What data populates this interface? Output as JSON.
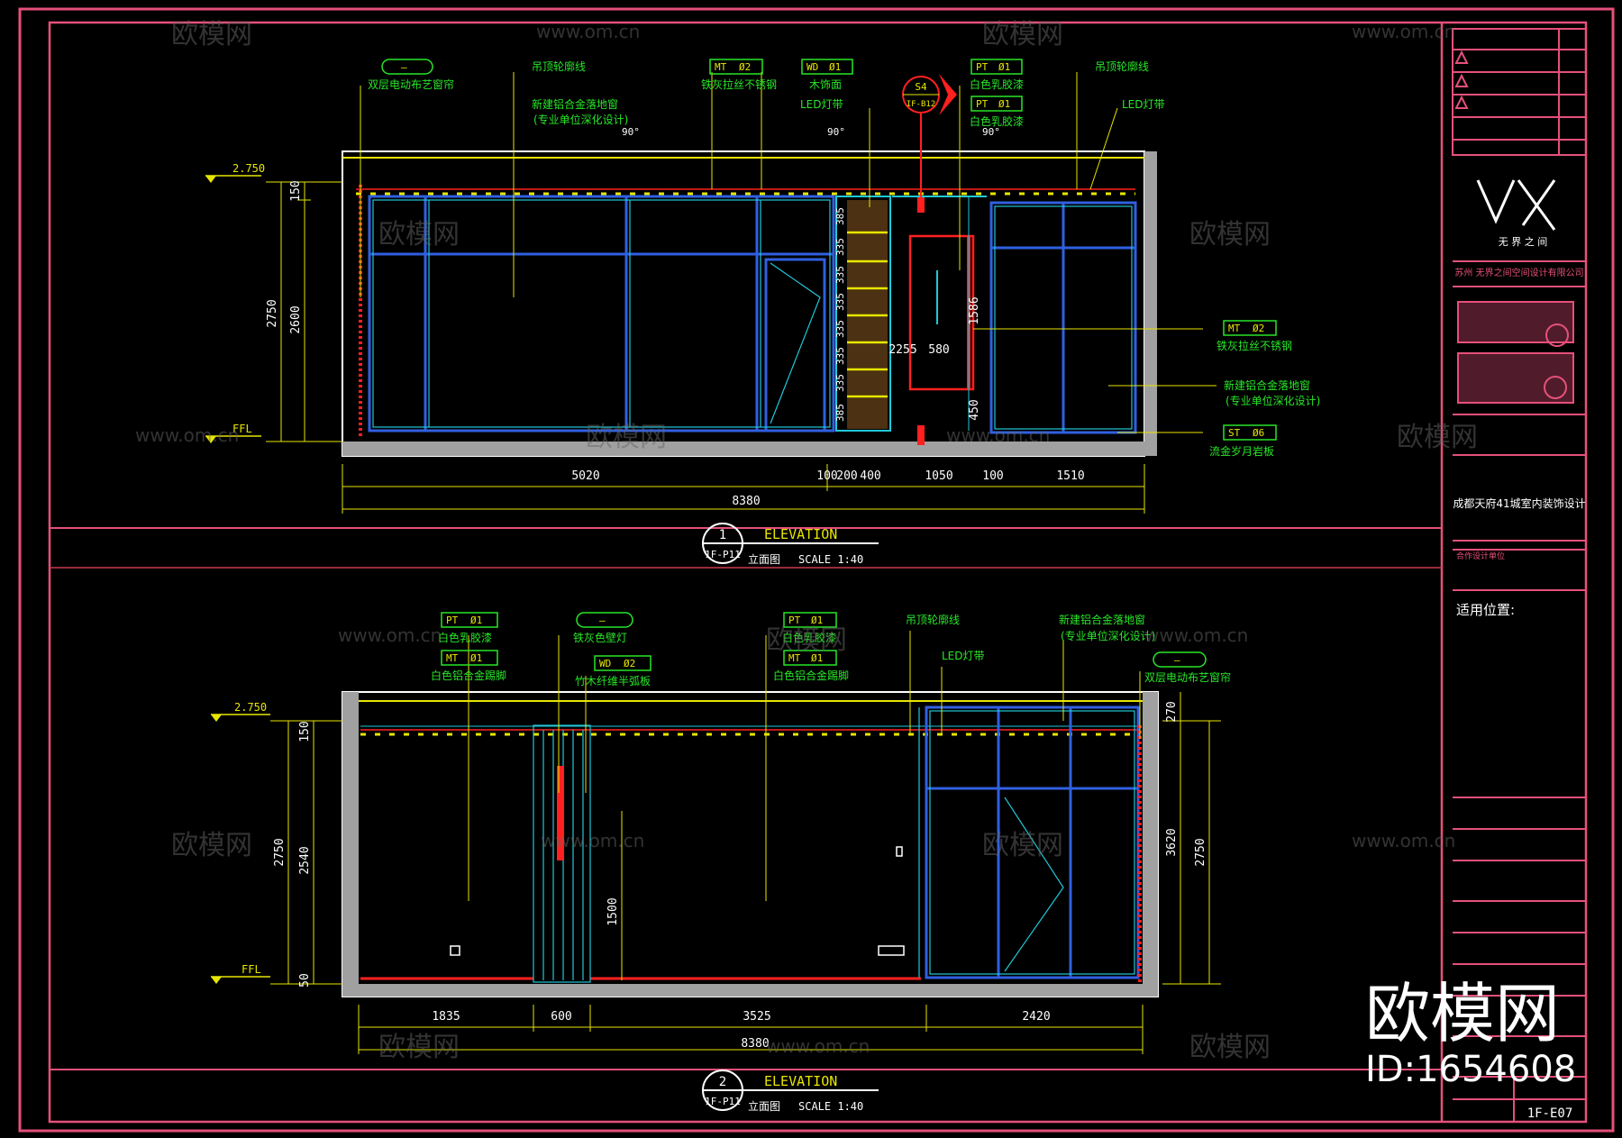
{
  "colors": {
    "frame": "#e6507a",
    "yellow": "#e8e600",
    "green": "#28e628",
    "cyan": "#20c8d8",
    "red": "#ff2020",
    "white": "#ffffff",
    "grey": "#b0b0b0",
    "blue": "#3060e0"
  },
  "elevation1": {
    "title": "ELEVATION",
    "number": "1",
    "sheet": "1F-P11",
    "subtitle": "立面图",
    "scale": "SCALE 1:40",
    "level_top": "2.750",
    "level_floor": "FFL",
    "dims_bottom": [
      "5020",
      "100",
      "200",
      "400",
      "1050",
      "100",
      "1510"
    ],
    "dim_total": "8380",
    "dims_left": [
      "150",
      "2600"
    ],
    "dim_left_total": "2750",
    "dims_center": [
      "2255",
      "580"
    ],
    "dims_right": [
      "1586",
      "450"
    ],
    "angle": "90°",
    "callout": {
      "top": "S4",
      "bottom": "IF-B12"
    },
    "shelf_dims": [
      "385",
      "335",
      "335",
      "335",
      "335",
      "335",
      "335",
      "385"
    ],
    "tags": [
      {
        "code": "—",
        "num": "—",
        "label": "双层电动布艺窗帘"
      },
      {
        "code": "",
        "num": "",
        "label": "吊顶轮廓线"
      },
      {
        "code": "",
        "num": "",
        "label": "新建铝合金落地窗"
      },
      {
        "code": "",
        "num": "",
        "label": "(专业单位深化设计)"
      },
      {
        "code": "MT",
        "num": "Ø2",
        "label": "铁灰拉丝不锈钢"
      },
      {
        "code": "WD",
        "num": "Ø1",
        "label": "木饰面"
      },
      {
        "code": "",
        "num": "",
        "label": "LED灯带"
      },
      {
        "code": "PT",
        "num": "Ø1",
        "label": "白色乳胶漆"
      },
      {
        "code": "PT",
        "num": "Ø1",
        "label": "白色乳胶漆"
      },
      {
        "code": "",
        "num": "",
        "label": "吊顶轮廓线"
      },
      {
        "code": "",
        "num": "",
        "label": "LED灯带"
      },
      {
        "code": "MT",
        "num": "Ø2",
        "label": "铁灰拉丝不锈钢"
      },
      {
        "code": "",
        "num": "",
        "label": "新建铝合金落地窗"
      },
      {
        "code": "",
        "num": "",
        "label": "(专业单位深化设计)"
      },
      {
        "code": "ST",
        "num": "Ø6",
        "label": "流金岁月岩板"
      }
    ]
  },
  "elevation2": {
    "title": "ELEVATION",
    "number": "2",
    "sheet": "1F-P11",
    "subtitle": "立面图",
    "scale": "SCALE 1:40",
    "level_top": "2.750",
    "level_floor": "FFL",
    "dims_bottom": [
      "1835",
      "600",
      "3525",
      "2420"
    ],
    "dim_total": "8380",
    "dims_left": [
      "150",
      "2540",
      "50"
    ],
    "dim_left_total": "2750",
    "dims_right": [
      "270",
      "3620"
    ],
    "dim_right_total": "2750",
    "dim_mid": "1500",
    "tags": [
      {
        "code": "PT",
        "num": "Ø1",
        "label": "白色乳胶漆"
      },
      {
        "code": "MT",
        "num": "Ø1",
        "label": "白色铝合金踢脚"
      },
      {
        "code": "—",
        "num": "—",
        "label": "铁灰色壁灯"
      },
      {
        "code": "WD",
        "num": "Ø2",
        "label": "竹木纤维半弧板"
      },
      {
        "code": "PT",
        "num": "Ø1",
        "label": "白色乳胶漆"
      },
      {
        "code": "MT",
        "num": "Ø1",
        "label": "白色铝合金踢脚"
      },
      {
        "code": "",
        "num": "",
        "label": "吊顶轮廓线"
      },
      {
        "code": "",
        "num": "",
        "label": "LED灯带"
      },
      {
        "code": "",
        "num": "",
        "label": "新建铝合金落地窗"
      },
      {
        "code": "",
        "num": "",
        "label": "(专业单位深化设计)"
      },
      {
        "code": "—",
        "num": "—",
        "label": "双层电动布艺窗帘"
      }
    ]
  },
  "title_block": {
    "logo": "VX",
    "logo_sub": "无 界 之 间",
    "company": "苏州 无界之间空间设计有限公司",
    "project": "成都天府41城室内装饰设计",
    "applicable_label": "适用位置:",
    "sheet_no": "1F-E07",
    "partner": "合作设计单位"
  },
  "watermark": {
    "brand": "欧模网",
    "url": "www.om.cn",
    "id": "ID:1654608"
  }
}
